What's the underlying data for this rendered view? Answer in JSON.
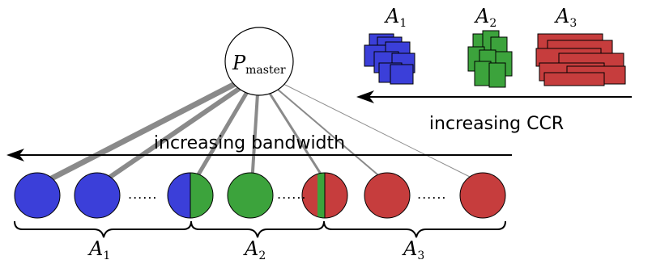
{
  "master": {
    "symbol": "P",
    "subscript": "master"
  },
  "arrows": {
    "bandwidth_label": "increasing bandwidth",
    "ccr_label": "increasing CCR"
  },
  "applications": [
    {
      "symbol": "A",
      "subscript": "1",
      "color": "#3b3fd9"
    },
    {
      "symbol": "A",
      "subscript": "2",
      "color": "#3ca33c"
    },
    {
      "symbol": "A",
      "subscript": "3",
      "color": "#c63d3d"
    }
  ],
  "ellipsis": "......",
  "colors": {
    "blue": "#3b3fd9",
    "green": "#3ca33c",
    "red": "#c63d3d",
    "link": "#8a8a8a"
  }
}
